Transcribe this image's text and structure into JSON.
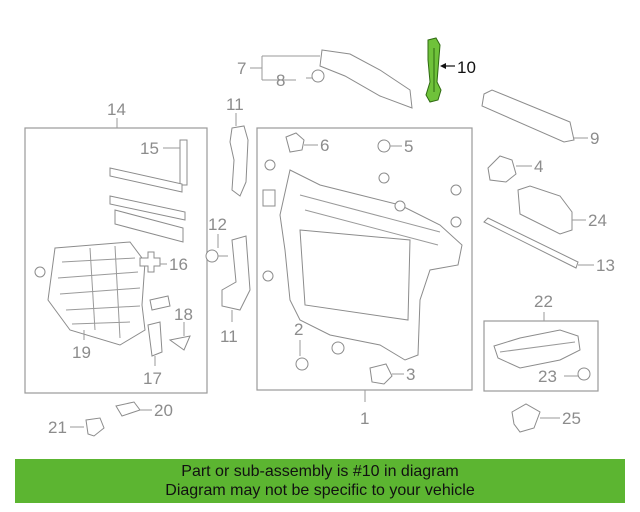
{
  "callouts": {
    "n1": "1",
    "n2": "2",
    "n3": "3",
    "n4": "4",
    "n5": "5",
    "n6": "6",
    "n7": "7",
    "n8": "8",
    "n9": "9",
    "n10": "10",
    "n11a": "11",
    "n11b": "11",
    "n12": "12",
    "n13": "13",
    "n14": "14",
    "n15": "15",
    "n16": "16",
    "n17": "17",
    "n18": "18",
    "n19": "19",
    "n20": "20",
    "n21": "21",
    "n22": "22",
    "n23": "23",
    "n24": "24",
    "n25": "25"
  },
  "highlight": {
    "part": "10",
    "color": "#6fc23a"
  },
  "banner": {
    "line1": "Part or sub-assembly is #10 in diagram",
    "line2": "Diagram may not be specific to your vehicle",
    "color": "#5cb531"
  }
}
